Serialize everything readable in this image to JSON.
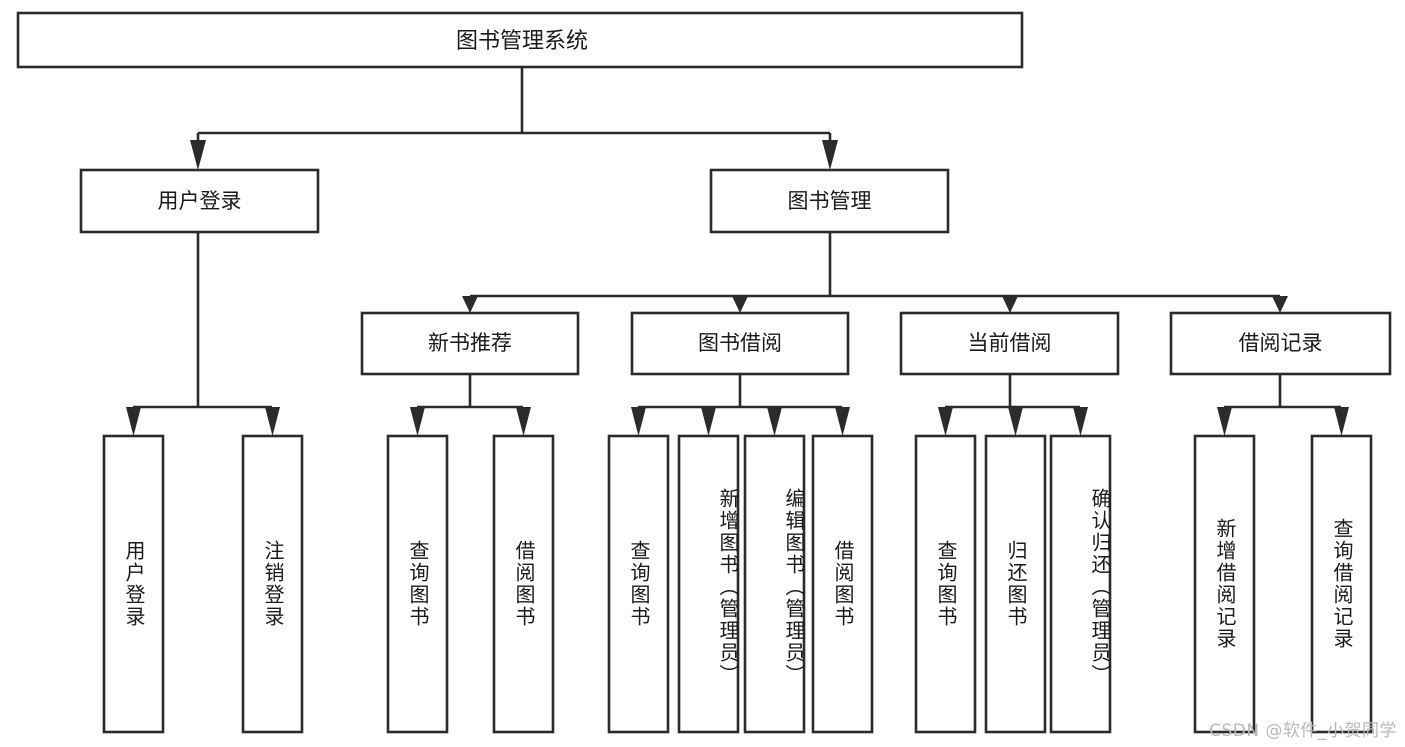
{
  "diagram": {
    "title": "图书管理系统",
    "type": "tree",
    "root": {
      "id": "root",
      "label": "图书管理系统"
    },
    "level2": [
      {
        "id": "user-login",
        "label": "用户登录"
      },
      {
        "id": "book-management",
        "label": "图书管理"
      }
    ],
    "level3": [
      {
        "id": "new-book-recommend",
        "label": "新书推荐",
        "parent": "book-management"
      },
      {
        "id": "book-borrow",
        "label": "图书借阅",
        "parent": "book-management"
      },
      {
        "id": "current-borrow",
        "label": "当前借阅",
        "parent": "book-management"
      },
      {
        "id": "borrow-record",
        "label": "借阅记录",
        "parent": "book-management"
      }
    ],
    "leaves": {
      "user-login": [
        {
          "id": "leaf-user-login",
          "label": "用户登录"
        },
        {
          "id": "leaf-logout",
          "label": "注销登录"
        }
      ],
      "new-book-recommend": [
        {
          "id": "leaf-query-book-1",
          "label": "查询图书"
        },
        {
          "id": "leaf-borrow-book-1",
          "label": "借阅图书"
        }
      ],
      "book-borrow": [
        {
          "id": "leaf-query-book-2",
          "label": "查询图书"
        },
        {
          "id": "leaf-add-book",
          "label": "新增图书（管理员）"
        },
        {
          "id": "leaf-edit-book",
          "label": "编辑图书（管理员）"
        },
        {
          "id": "leaf-borrow-book-2",
          "label": "借阅图书"
        }
      ],
      "current-borrow": [
        {
          "id": "leaf-query-book-3",
          "label": "查询图书"
        },
        {
          "id": "leaf-return-book",
          "label": "归还图书"
        },
        {
          "id": "leaf-confirm-return",
          "label": "确认归还（管理员）"
        }
      ],
      "borrow-record": [
        {
          "id": "leaf-add-record",
          "label": "新增借阅记录"
        },
        {
          "id": "leaf-query-record",
          "label": "查询借阅记录"
        }
      ]
    },
    "colors": {
      "box_stroke": "#2b2b2b",
      "box_fill": "#ffffff",
      "text": "#1a1a1a",
      "background": "#ffffff",
      "watermark": "#b9b9b9"
    }
  },
  "watermark": {
    "text": "CSDN @软件_小贺同学"
  }
}
